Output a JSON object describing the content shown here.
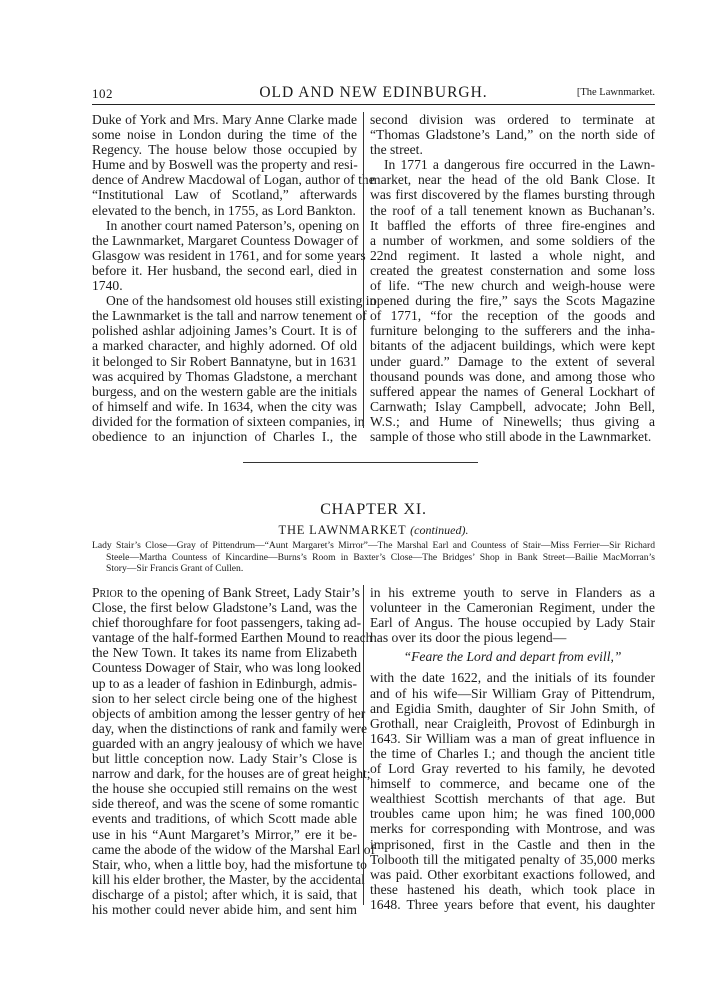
{
  "header": {
    "page_number": "102",
    "running_title": "OLD AND NEW EDINBURGH.",
    "running_section": "[The Lawnmarket."
  },
  "upper": {
    "left_lines": [
      "Duke of York and Mrs. Mary Anne Clarke made",
      "some noise in London during the time of the",
      "Regency.  The house below those occupied by",
      "Hume and by Boswell was the property and resi-",
      "dence of Andrew Macdowal of Logan, author of the",
      "“Institutional  Law  of  Scotland,”  afterwards",
      "elevated to the bench, in 1755, as Lord Bankton.",
      "In another court named Paterson’s, opening on",
      "the Lawnmarket, Margaret Countess Dowager of",
      "Glasgow was resident in 1761, and for some years",
      "before it.  Her husband, the second earl, died in",
      "1740.",
      "One of the handsomest old houses still existing in",
      "the Lawnmarket is the tall and narrow tenement of",
      "polished ashlar adjoining James’s Court.  It is of",
      "a marked character, and highly adorned.  Of old",
      "it belonged to Sir Robert Bannatyne, but in 1631",
      "was acquired by Thomas Gladstone, a merchant",
      "burgess, and on the western gable are the initials",
      "of himself and wife.  In 1634, when the city was",
      "divided for the formation of sixteen companies, in",
      "obedience to an injunction of Charles I., the"
    ],
    "right_lines": [
      "second  division  was  ordered  to  terminate  at",
      "“Thomas Gladstone’s Land,” on the north side of",
      "the street.",
      "In 1771 a dangerous fire occurred in the Lawn-",
      "market, near the head of the old Bank Close.  It",
      "was first discovered by the flames bursting through",
      "the roof of a tall tenement known as Buchanan’s.",
      "It baffled the efforts of three fire-engines and",
      "a number of workmen, and some soldiers of the",
      "22nd regiment.  It lasted a whole night, and",
      "created the greatest consternation and some loss",
      "of life.  “The new church and weigh-house were",
      "opened during the fire,” says the Scots Magazine",
      "of 1771, “for the reception of the goods and",
      "furniture belonging to the sufferers and the inha-",
      "bitants of the adjacent buildings, which were kept",
      "under guard.”  Damage to the extent of several",
      "thousand pounds was done, and among those who",
      "suffered appear the names of General Lockhart of",
      "Carnwath; Islay Campbell, advocate; John Bell,",
      "W.S.; and Hume of Ninewells; thus giving a",
      "sample of those who still abode in the Lawnmarket."
    ]
  },
  "chapter": {
    "title": "CHAPTER XI.",
    "subtitle": "THE LAWNMARKET",
    "subtitle_note": "(continued).",
    "synopsis_lines": [
      "Lady Stair’s Close—Gray of Pittendrum—“Aunt Margaret’s Mirror”—The Marshal Earl and Countess of Stair—Miss Ferrier—Sir Richard",
      "Steele—Martha Countess of Kincardine—Burns’s Room in Baxter’s Close—The Bridges’ Shop in Bank Street—Bailie MacMorran’s",
      "Story—Sir Francis Grant of Cullen."
    ]
  },
  "lower": {
    "left_first_word": "Prior",
    "left_lines": [
      " to the opening of Bank Street, Lady Stair’s",
      "Close, the first below Gladstone’s Land, was the",
      "chief thoroughfare for foot passengers, taking ad-",
      "vantage of the half-formed Earthen Mound to reach",
      "the New Town.  It takes its name from Elizabeth",
      "Countess Dowager of Stair, who was long looked",
      "up to as a leader of fashion in Edinburgh, admis-",
      "sion to her select circle being one of the highest",
      "objects of ambition among the lesser gentry of her",
      "day, when the distinctions of rank and family were",
      "guarded with an angry jealousy of which we have",
      "but little conception now.  Lady Stair’s Close is",
      "narrow and dark, for the houses are of great height;",
      "the house she occupied still remains on the west",
      "side thereof, and was the scene of some romantic",
      "events and traditions, of which Scott made able",
      "use in his “Aunt Margaret’s Mirror,” ere it be-",
      "came the abode of the widow of the Marshal Earl of",
      "Stair, who, when a little boy, had the misfortune to",
      "kill his elder brother, the Master, by the accidental",
      "discharge of a pistol; after which, it is said, that",
      "his mother could never abide him, and sent him"
    ],
    "right_lines_a": [
      "in his extreme youth to serve in Flanders as a",
      "volunteer in the Cameronian Regiment, under the",
      "Earl of Angus.  The house occupied by Lady Stair",
      "has over its door the pious legend—"
    ],
    "legend": "“Feare the Lord and depart from evill,”",
    "right_lines_b": [
      "with the date 1622, and the initials of its founder",
      "and of his wife—Sir William Gray of Pittendrum,",
      "and Egidia Smith, daughter of Sir John Smith, of",
      "Grothall, near Craigleith, Provost of Edinburgh in",
      "1643.  Sir William was a man of great influence in",
      "the time of Charles I.; and though the ancient title",
      "of Lord Gray reverted to his family, he devoted",
      "himself to commerce, and became one of the",
      "wealthiest Scottish merchants of that age.  But",
      "troubles came upon him; he was fined 100,000",
      "merks for corresponding with Montrose, and was",
      "imprisoned, first in the Castle and then in the",
      "Tolbooth till the mitigated penalty of 35,000 merks",
      "was paid.  Other exorbitant exactions followed, and",
      "these hastened his death, which took place in",
      "1648.  Three years before that event, his daughter"
    ]
  }
}
